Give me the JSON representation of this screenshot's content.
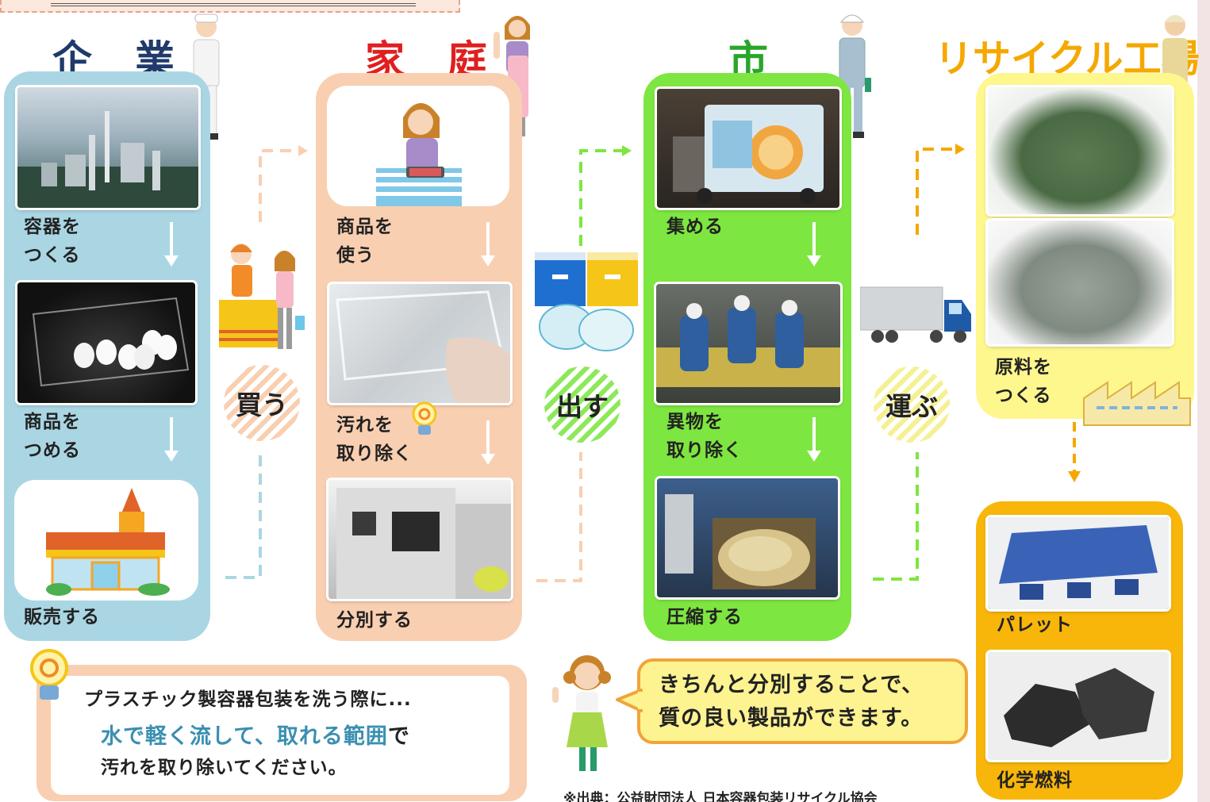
{
  "columns": {
    "company": {
      "title": "企　業",
      "color": "#1f3a6b"
    },
    "home": {
      "title": "家　庭",
      "color": "#e01f1f"
    },
    "city": {
      "title": "市",
      "color": "#2aa52a"
    },
    "factory": {
      "title": "リサイクル工場",
      "color": "#f5a800"
    }
  },
  "company_steps": [
    "容器を\nつくる",
    "商品を\nつめる",
    "販売する"
  ],
  "home_steps": [
    "商品を\n使う",
    "汚れを\n取り除く",
    "分別する"
  ],
  "city_steps": [
    "集める",
    "異物を\n取り除く",
    "圧縮する"
  ],
  "factory_steps": [
    "原料を\nつくる"
  ],
  "products": [
    "パレット",
    "化学燃料"
  ],
  "verbs": {
    "buy": "買う",
    "put_out": "出す",
    "carry": "運ぶ"
  },
  "notice": {
    "line1": "プラスチック製容器包装を洗う際に...",
    "line2_highlight": "水で軽く流して、取れる範囲",
    "line2_tail": "で",
    "line3": "汚れを取り除いてください。"
  },
  "bubble": {
    "line1": "きちんと分別することで、",
    "line2": "質の良い製品ができます。"
  },
  "source": "※出典：公益財団法人 日本容器包装リサイクル協会",
  "icons": [
    "worker-icon",
    "woman-icon",
    "cashier-icon",
    "recycle-bins-icon",
    "truck-icon",
    "factory-icon",
    "lightbulb-icon",
    "girl-icon",
    "store-icon"
  ]
}
